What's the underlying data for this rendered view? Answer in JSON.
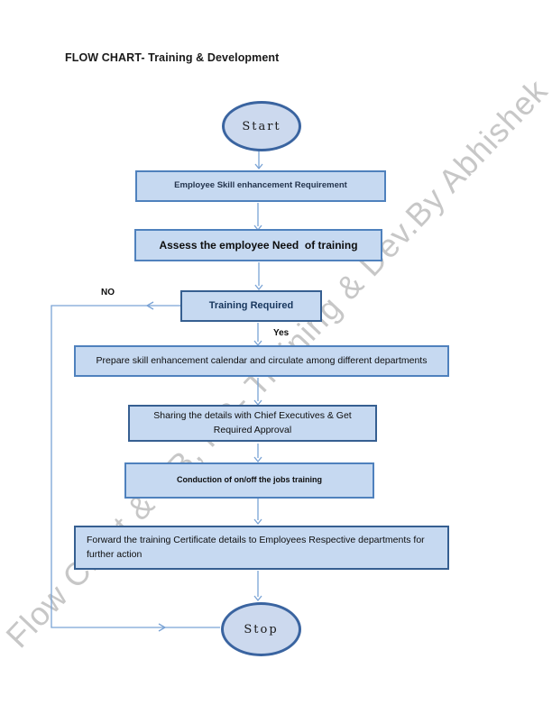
{
  "page": {
    "title": "FLOW CHART- Training & Development"
  },
  "watermark": {
    "text": "Flow Chart & OB, HR- Training & Dev.By Abhishek",
    "color": "#c7c7c7"
  },
  "flowchart": {
    "start": {
      "label": "Start"
    },
    "stop": {
      "label": "Stop"
    },
    "decision_labels": {
      "no": "NO",
      "yes": "Yes"
    },
    "steps": [
      {
        "id": "skill-requirement",
        "lines": [
          "Employee Skill enhancement Requirement"
        ]
      },
      {
        "id": "assess-need",
        "lines": [
          "Assess the employee Need  of training"
        ]
      },
      {
        "id": "training-required",
        "lines": [
          "Training Required"
        ]
      },
      {
        "id": "prepare-calendar",
        "lines": [
          "Prepare skill enhancement calendar and circulate among different departments"
        ]
      },
      {
        "id": "share-details",
        "lines": [
          "Sharing the details with Chief Executives & Get",
          "Required Approval"
        ]
      },
      {
        "id": "conduct-training",
        "lines": [
          "Conduction of on/off the jobs training"
        ]
      },
      {
        "id": "forward-certificate",
        "lines": [
          "Forward the training Certificate details to Employees Respective departments for",
          "further action"
        ]
      }
    ],
    "colors": {
      "box_fill": "#c6d9f1",
      "box_border": "#4f81bd",
      "box_border_dark": "#365f91",
      "ellipse_fill": "#ccd9ee",
      "ellipse_border": "#3a64a0",
      "connector": "#7aa3d5"
    }
  }
}
